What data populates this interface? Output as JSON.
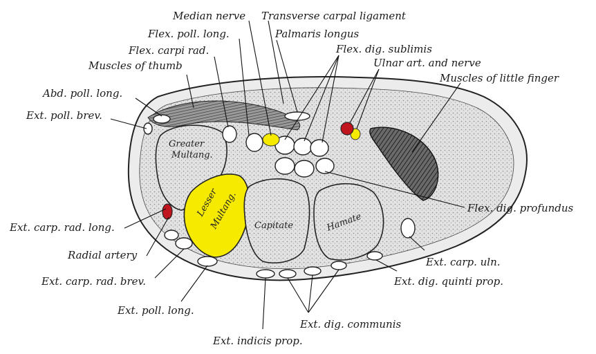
{
  "figure": {
    "labels": {
      "median_nerve": "Median nerve",
      "transverse_carpal_ligament": "Transverse carpal ligament",
      "flex_poll_long": "Flex. poll. long.",
      "palmaris_longus": "Palmaris longus",
      "flex_carpi_rad": "Flex. carpi rad.",
      "flex_dig_sublimis": "Flex. dig. sublimis",
      "muscles_of_thumb": "Muscles of thumb",
      "ulnar_art_and_nerve": "Ulnar art. and nerve",
      "muscles_of_little_finger": "Muscles of little finger",
      "abd_poll_long": "Abd. poll. long.",
      "ext_poll_brev": "Ext. poll. brev.",
      "flex_dig_profundus": "Flex. dig. profundus",
      "ext_carp_rad_long": "Ext. carp. rad. long.",
      "radial_artery": "Radial artery",
      "ext_carp_uln": "Ext. carp. uln.",
      "ext_carp_rad_brev": "Ext. carp. rad. brev.",
      "ext_dig_quinti_prop": "Ext. dig. quinti prop.",
      "ext_poll_long": "Ext. poll. long.",
      "ext_dig_communis": "Ext. dig. communis",
      "ext_indicis_prop": "Ext. indicis prop."
    },
    "bones": {
      "greater_multang_line1": "Greater",
      "greater_multang_line2": "Multang.",
      "lesser_multang_line1": "Lesser",
      "lesser_multang_line2": "Multang.",
      "capitate": "Capitate",
      "hamate": "Hamate"
    },
    "colors": {
      "highlight_yellow": "#f5ea00",
      "artery_red": "#c0141e",
      "bone_fill": "#d9d9d9",
      "soft_tissue": "#e8e8e8"
    }
  }
}
